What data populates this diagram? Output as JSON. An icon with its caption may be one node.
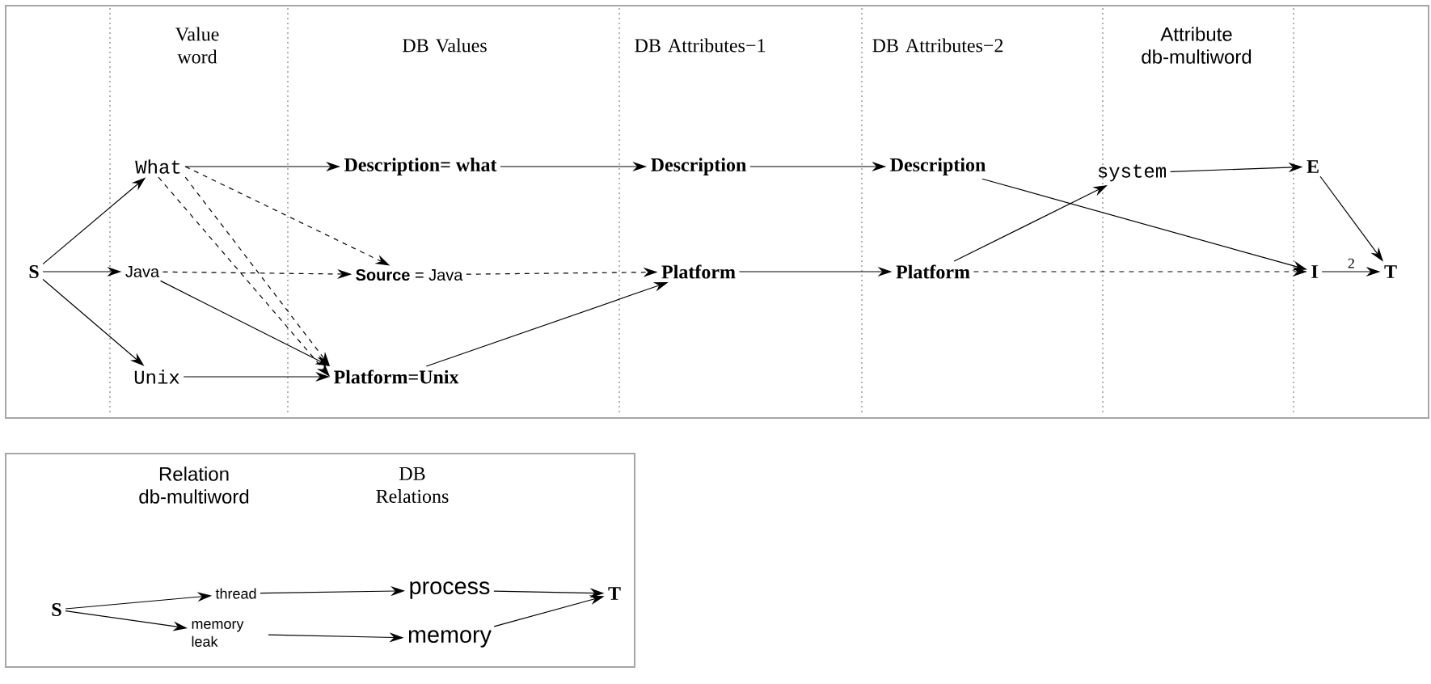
{
  "diagram": {
    "nodes": [
      {
        "text": [
          "Value word",
          "DB Values",
          "DB Attributes−1",
          "DB Attributes−2",
          "Attribute db-multiword"
        ]
      },
      {
        "text": [
          "Relation db-multiword",
          "DB Relations"
        ]
      },
      {
        "text": [
          "S"
        ],
        "in": 0
      },
      {
        "text": [
          "What"
        ],
        "in": 0
      },
      {
        "text": [
          "Java"
        ],
        "in": 0
      },
      {
        "text": [
          "Unix"
        ],
        "in": 0
      },
      {
        "text": [
          "Description= what"
        ],
        "in": 0
      },
      {
        "text": [
          "**Source** = Java"
        ],
        "in": 0
      },
      {
        "text": [
          "Platform=Unix"
        ],
        "in": 0
      },
      {
        "text": [
          "Description"
        ],
        "in": 0
      },
      {
        "text": [
          "Platform"
        ],
        "in": 0
      },
      {
        "text": [
          "Description"
        ],
        "in": 0
      },
      {
        "text": [
          "Platform"
        ],
        "in": 0
      },
      {
        "text": [
          "system"
        ],
        "in": 0
      },
      {
        "text": [
          "E"
        ],
        "in": 0
      },
      {
        "text": [
          "I"
        ],
        "in": 0
      },
      {
        "text": [
          "T"
        ],
        "in": 0
      },
      {
        "text": [
          "S"
        ],
        "in": 1
      },
      {
        "text": [
          "thread"
        ],
        "in": 1
      },
      {
        "text": [
          "memory leak"
        ],
        "in": 1
      },
      {
        "text": [
          "process"
        ],
        "in": 1
      },
      {
        "text": [
          "memory"
        ],
        "in": 1
      },
      {
        "text": [
          "T"
        ],
        "in": 1
      }
    ],
    "edges": [
      {
        "from": 2,
        "to": 3,
        "arrow": "to"
      },
      {
        "from": 2,
        "to": 4,
        "arrow": "to"
      },
      {
        "from": 2,
        "to": 5,
        "arrow": "to"
      },
      {
        "from": 3,
        "to": 6,
        "arrow": "to"
      },
      {
        "from": 3,
        "to": 7,
        "arrow": "to",
        "style": "dashed"
      },
      {
        "from": 3,
        "to": 8,
        "arrow": "to",
        "style": "dashed"
      },
      {
        "from": 3,
        "to": 8,
        "arrow": "to",
        "style": "dashed"
      },
      {
        "from": 4,
        "to": 7,
        "arrow": "to",
        "style": "dashed"
      },
      {
        "from": 4,
        "to": 8,
        "arrow": "to"
      },
      {
        "from": 5,
        "to": 8,
        "arrow": "to"
      },
      {
        "from": 6,
        "to": 9,
        "arrow": "to"
      },
      {
        "from": 7,
        "to": 10,
        "arrow": "to",
        "style": "dashed"
      },
      {
        "from": 8,
        "to": 10,
        "arrow": "to"
      },
      {
        "from": 9,
        "to": 11,
        "arrow": "to"
      },
      {
        "from": 10,
        "to": 12,
        "arrow": "to"
      },
      {
        "from": 11,
        "to": 15,
        "arrow": "to"
      },
      {
        "from": 12,
        "to": 13,
        "arrow": "to"
      },
      {
        "from": 12,
        "to": 15,
        "arrow": "to",
        "style": "dashed"
      },
      {
        "from": 13,
        "to": 14,
        "arrow": "to"
      },
      {
        "from": 14,
        "to": 16,
        "arrow": "to"
      },
      {
        "from": 15,
        "to": 16,
        "arrow": "to",
        "label": "2"
      },
      {
        "from": 17,
        "to": 18,
        "arrow": "to"
      },
      {
        "from": 17,
        "to": 19,
        "arrow": "to"
      },
      {
        "from": 18,
        "to": 20,
        "arrow": "to"
      },
      {
        "from": 19,
        "to": 21,
        "arrow": "to"
      },
      {
        "from": 20,
        "to": 22,
        "arrow": "to"
      },
      {
        "from": 21,
        "to": 22,
        "arrow": "to"
      }
    ]
  }
}
